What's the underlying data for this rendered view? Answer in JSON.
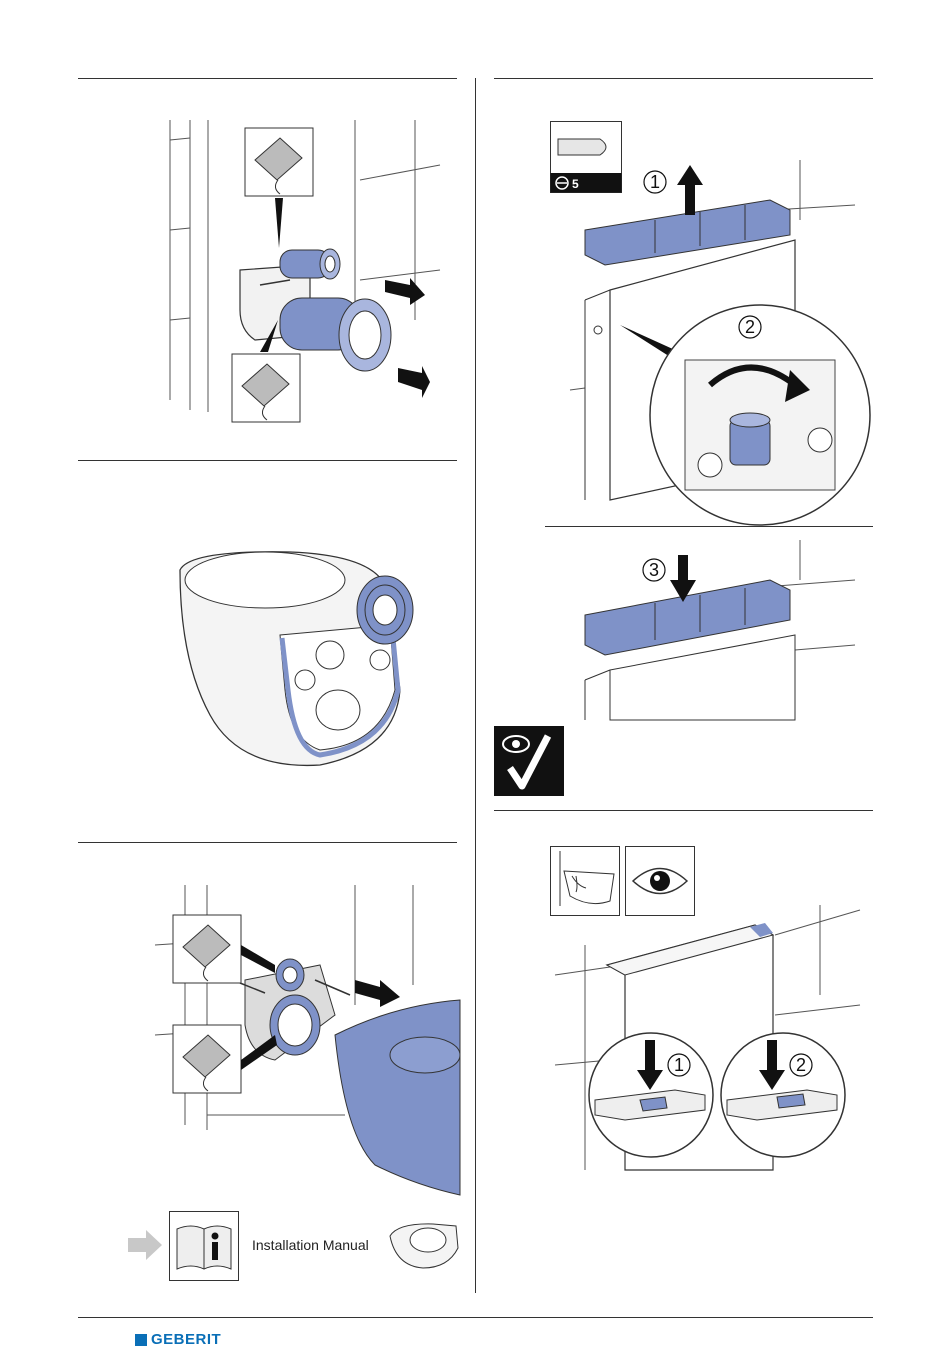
{
  "steps": {
    "flush_step_1": "1",
    "flush_step_2": "2",
    "cover_step_3": "3",
    "button_step_1": "1",
    "button_step_2": "2"
  },
  "tool": {
    "label": "5"
  },
  "reference": {
    "label": "Installation Manual"
  },
  "brand": {
    "name": "GEBERIT"
  },
  "colors": {
    "accent_blue": "#7f92c8",
    "brand_blue": "#0a6fb7"
  }
}
